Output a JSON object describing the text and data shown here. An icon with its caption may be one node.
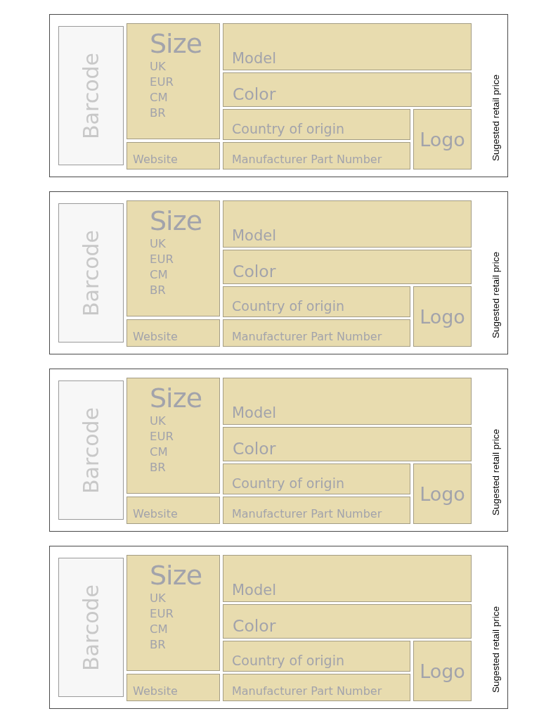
{
  "diagram": {
    "nodes": [
      {
        "text": [
          "Sugested retail price"
        ]
      },
      {
        "text": [
          "Barcode"
        ],
        "in": 0
      },
      {
        "text": [
          "Size",
          "UK EUR CM BR"
        ],
        "in": 0
      },
      {
        "text": [
          "Model"
        ],
        "in": 0
      },
      {
        "text": [
          "Color"
        ],
        "in": 0
      },
      {
        "text": [
          "Country of origin"
        ],
        "in": 0
      },
      {
        "text": [
          "Logo"
        ],
        "in": 0
      },
      {
        "text": [
          "Website"
        ],
        "in": 0
      },
      {
        "text": [
          "Manufacturer Part Number"
        ],
        "in": 0
      },
      {
        "text": [
          "Sugested retail price"
        ]
      },
      {
        "text": [
          "Barcode"
        ],
        "in": 9
      },
      {
        "text": [
          "Size",
          "UK EUR CM BR"
        ],
        "in": 9
      },
      {
        "text": [
          "Model"
        ],
        "in": 9
      },
      {
        "text": [
          "Color"
        ],
        "in": 9
      },
      {
        "text": [
          "Country of origin"
        ],
        "in": 9
      },
      {
        "text": [
          "Logo"
        ],
        "in": 9
      },
      {
        "text": [
          "Website"
        ],
        "in": 9
      },
      {
        "text": [
          "Manufacturer Part Number"
        ],
        "in": 9
      },
      {
        "text": [
          "Sugested retail price"
        ]
      },
      {
        "text": [
          "Barcode"
        ],
        "in": 18
      },
      {
        "text": [
          "Size",
          "UK EUR CM BR"
        ],
        "in": 18
      },
      {
        "text": [
          "Model"
        ],
        "in": 18
      },
      {
        "text": [
          "Color"
        ],
        "in": 18
      },
      {
        "text": [
          "Country of origin"
        ],
        "in": 18
      },
      {
        "text": [
          "Logo"
        ],
        "in": 18
      },
      {
        "text": [
          "Website"
        ],
        "in": 18
      },
      {
        "text": [
          "Manufacturer Part Number"
        ],
        "in": 18
      },
      {
        "text": [
          "Sugested retail price"
        ]
      },
      {
        "text": [
          "Barcode"
        ],
        "in": 27
      },
      {
        "text": [
          "Size",
          "UK EUR CM BR"
        ],
        "in": 27
      },
      {
        "text": [
          "Model"
        ],
        "in": 27
      },
      {
        "text": [
          "Color"
        ],
        "in": 27
      },
      {
        "text": [
          "Country of origin"
        ],
        "in": 27
      },
      {
        "text": [
          "Logo"
        ],
        "in": 27
      },
      {
        "text": [
          "Website"
        ],
        "in": 27
      },
      {
        "text": [
          "Manufacturer Part Number"
        ],
        "in": 27
      }
    ]
  }
}
